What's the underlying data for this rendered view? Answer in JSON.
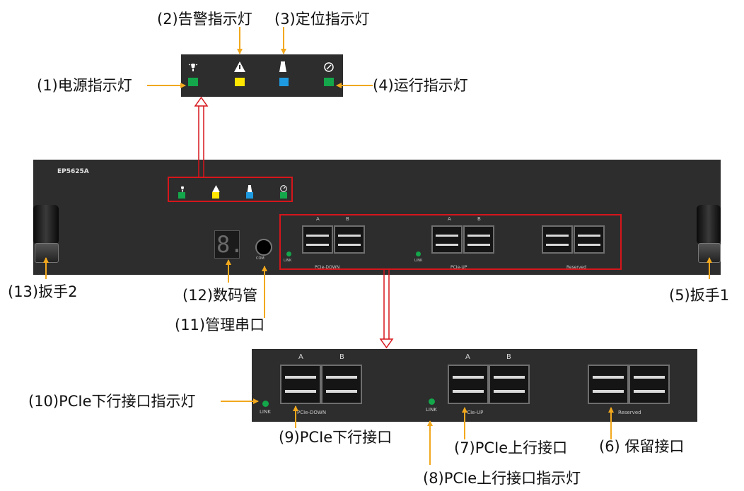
{
  "callouts": {
    "c1": "(1)电源指示灯",
    "c2": "(2)告警指示灯",
    "c3": "(3)定位指示灯",
    "c4": "(4)运行指示灯",
    "c5": "(5)扳手1",
    "c6": "(6) 保留接口",
    "c7": "(7)PCIe上行接口",
    "c8": "(8)PCIe上行接口指示灯",
    "c9": "(9)PCIe下行接口",
    "c10": "(10)PCIe下行接口指示灯",
    "c11": "(11)管理串口",
    "c12": "(12)数码管",
    "c13": "(13)扳手2"
  },
  "device": {
    "model": "EP5625A",
    "seg_display": "8.",
    "com_label": "COM",
    "link_label": "LINK",
    "port_a": "A",
    "port_b": "B",
    "group_down": "PCIe-DOWN",
    "group_up": "PCIe-UP",
    "group_reserved": "Reserved"
  },
  "icons": {
    "power": "power-bulb-icon",
    "alarm": "alarm-warning-icon",
    "locate": "locate-icon",
    "run": "run-gauge-icon"
  },
  "colors": {
    "panel": "#2d2d2d",
    "led_green": "#14a64a",
    "led_yellow": "#ffe600",
    "led_blue": "#1e9be0",
    "highlight_red": "#d6151b",
    "arrow_orange": "#f2a81d"
  }
}
